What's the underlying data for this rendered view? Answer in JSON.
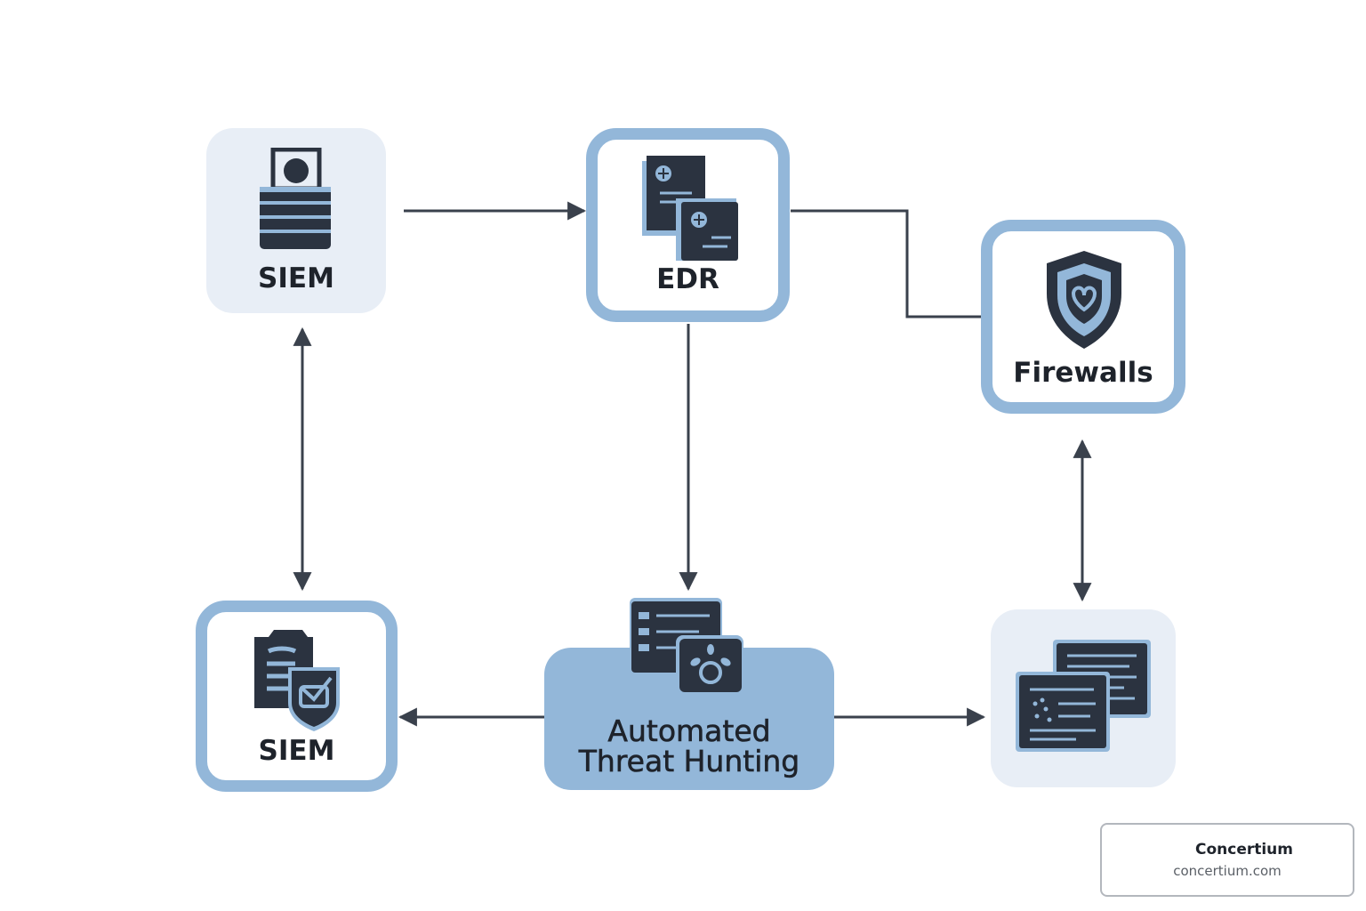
{
  "nodes": {
    "siem_top": {
      "label": "SIEM",
      "icon": "lock-icon"
    },
    "edr": {
      "label": "EDR",
      "icon": "documents-icon"
    },
    "firewalls": {
      "label": "Firewalls",
      "icon": "shield-icon"
    },
    "siem_bottom": {
      "label": "SIEM",
      "icon": "document-shield-icon"
    },
    "threat_hunting": {
      "label_line1": "Automated",
      "label_line2": "Threat Hunting",
      "icon": "list-paw-icon"
    },
    "monitor": {
      "label": "",
      "icon": "code-windows-icon"
    }
  },
  "edges": [
    {
      "from": "SIEM",
      "to": "EDR",
      "type": "one-way"
    },
    {
      "from": "EDR",
      "to": "Firewalls",
      "type": "line"
    },
    {
      "from": "EDR",
      "to": "Automated Threat Hunting",
      "type": "one-way"
    },
    {
      "from": "SIEM",
      "to": "SIEM",
      "type": "two-way"
    },
    {
      "from": "Firewalls",
      "to": "code-windows",
      "type": "two-way"
    },
    {
      "from": "Automated Threat Hunting",
      "to": "SIEM",
      "type": "one-way"
    },
    {
      "from": "Automated Threat Hunting",
      "to": "code-windows",
      "type": "one-way"
    }
  ],
  "badge": {
    "name": "Concertium",
    "url": "concertium.com"
  },
  "colors": {
    "accent": "#93b7d9",
    "soft_fill": "#e8eef6",
    "ink": "#2b3340",
    "arrow": "#3a414c"
  }
}
